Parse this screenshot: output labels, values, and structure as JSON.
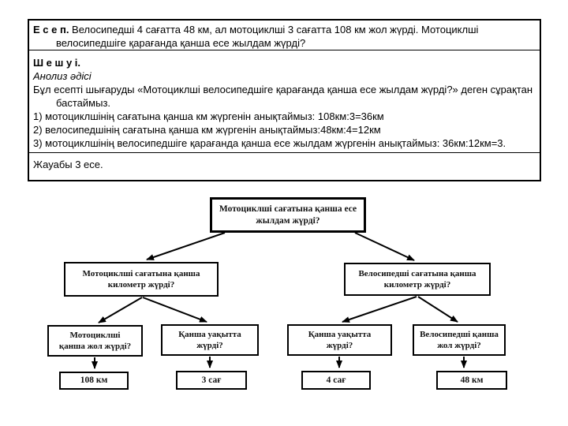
{
  "problem_table": {
    "row1": {
      "label": "Е с е п.",
      "line1_rest": " Велосипедші 4 сағатта 48 км, ал мотоциклші 3 сағатта 108 км жол жүрді. Мотоциклші",
      "line2": "велосипедшіге қарағанда қанша есе жылдам жүрді?"
    },
    "row2": {
      "solution_label": "Ш е ш у і.",
      "method_label": "Анолиз әдісі",
      "intro_line1": "Бұл есепті шығаруды «Мотоциклші велосипедшіге қарағанда қанша есе жылдам жүрді?» деген сұрақтан",
      "intro_line2": "бастаймыз.",
      "steps": [
        "1) мотоциклшінің сағатына қанша км жүргенін анықтаймыз: 108км:3=36км",
        "2) велосипедшінің сағатына қанша км жүргенін анықтаймыз:48км:4=12км",
        "3) мотоциклшінің велосипедшіге қарағанда қанша есе жылдам жүргенін анықтаймыз: 36км:12км=3."
      ]
    },
    "row3": {
      "answer": "Жауабы 3 есе."
    }
  },
  "flowchart": {
    "root": "Мотоциклші сағатына қанша есе\nжылдам жүрді?",
    "level2_left": "Мотоциклші сағатына  қанша\nкилометр жүрді?",
    "level2_right": "Велосипедші  сағатына қанша\nкилометр жүрді?",
    "level3": [
      "Мотоциклші\nқанша жол жүрді?",
      "Қанша уақытта\nжүрді?",
      "Қанша уақытта\nжүрді?",
      "Велосипедші  қанша\nжол жүрді?"
    ],
    "answers": [
      "108 км",
      "3 сағ",
      "4 сағ",
      "48 км"
    ]
  },
  "colors": {
    "ink": "#000000",
    "paper": "#ffffff"
  }
}
